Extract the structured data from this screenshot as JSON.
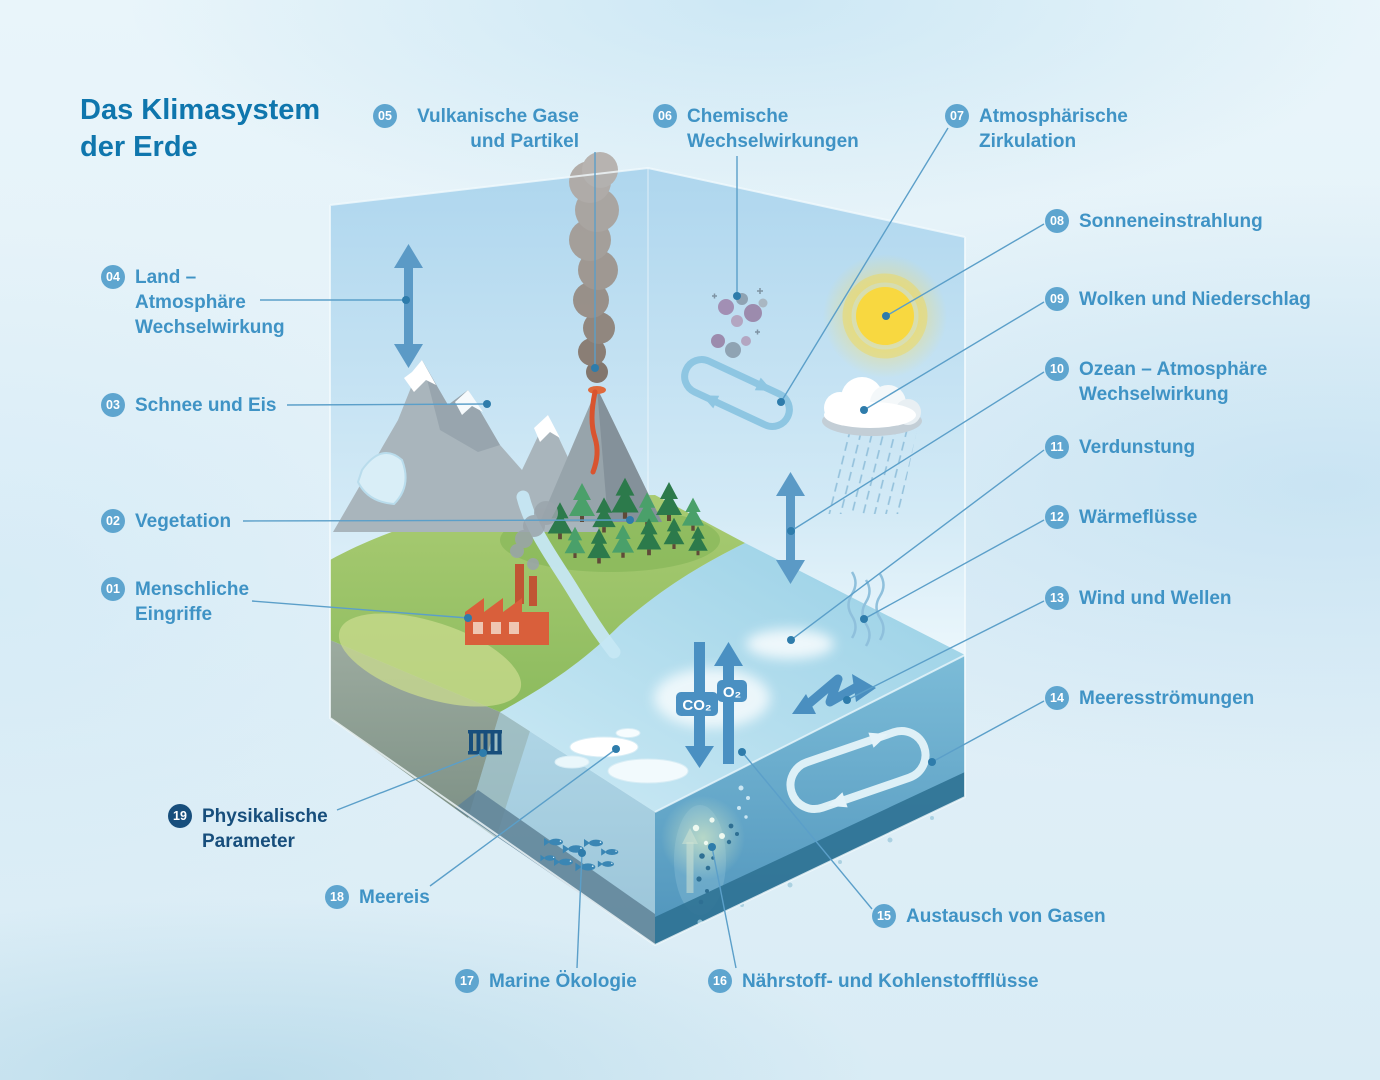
{
  "title": {
    "line1": "Das Klimasystem",
    "line2": "der Erde"
  },
  "scene": {
    "co2_label": "CO₂",
    "o2_label": "O₂"
  },
  "colors": {
    "title_blue": "#0f76ad",
    "label_blue": "#3f93c5",
    "badge_blue": "#5ea5cf",
    "highlight_navy": "#174e7c",
    "leader_blue": "#5b9fc9",
    "sun_yellow": "#f8d840",
    "ocean_face_blue": "#4f94bb",
    "land_green": "#8cbb5e",
    "background": "#e2f0f8"
  },
  "scene_elements": [
    "sun-icon",
    "rain-cloud-icon",
    "volcano-icon",
    "volcanic-plume-icon",
    "mountains-icon",
    "glacier-icon",
    "forest-icon",
    "factory-icon",
    "river-icon",
    "ocean-surface",
    "sea-ice-icon",
    "fish-school-icon",
    "plankton-icon",
    "ocean-current-loop-icon",
    "gas-exchange-arrows-icon",
    "measurement-station-icon",
    "molecule-cluster-icon",
    "circulation-loop-icon",
    "heat-flux-lines-icon",
    "wind-wave-arrow-icon",
    "evaporation-patch-icon",
    "land-atmosphere-arrow-icon",
    "ocean-atmosphere-arrow-icon"
  ],
  "labels": [
    {
      "num": "01",
      "text": "Menschliche\nEingriffe",
      "badge": [
        113,
        589
      ],
      "leader": [
        252,
        601,
        468,
        618
      ]
    },
    {
      "num": "02",
      "text": "Vegetation",
      "badge": [
        113,
        521
      ],
      "leader": [
        243,
        521,
        630,
        520
      ]
    },
    {
      "num": "03",
      "text": "Schnee und Eis",
      "badge": [
        113,
        405
      ],
      "leader": [
        287,
        405,
        487,
        404
      ]
    },
    {
      "num": "04",
      "text": "Land –\nAtmosphäre\nWechselwirkung",
      "badge": [
        113,
        277
      ],
      "leader": [
        260,
        300,
        406,
        300
      ]
    },
    {
      "num": "05",
      "text": "Vulkanische Gase\nund Partikel",
      "badge": [
        385,
        116
      ],
      "align": "right",
      "leader": [
        595,
        152,
        595,
        368
      ]
    },
    {
      "num": "06",
      "text": "Chemische\nWechselwirkungen",
      "badge": [
        665,
        116
      ],
      "leader": [
        737,
        156,
        737,
        296
      ]
    },
    {
      "num": "07",
      "text": "Atmosphärische\nZirkulation",
      "badge": [
        957,
        116
      ],
      "leader": [
        948,
        128,
        781,
        402
      ]
    },
    {
      "num": "08",
      "text": "Sonneneinstrahlung",
      "badge": [
        1057,
        221
      ],
      "leader": [
        1044,
        224,
        886,
        316
      ]
    },
    {
      "num": "09",
      "text": "Wolken und Niederschlag",
      "badge": [
        1057,
        299
      ],
      "leader": [
        1044,
        302,
        864,
        410
      ]
    },
    {
      "num": "10",
      "text": "Ozean – Atmosphäre\nWechselwirkung",
      "badge": [
        1057,
        369
      ],
      "leader": [
        1044,
        372,
        791,
        531
      ]
    },
    {
      "num": "11",
      "text": "Verdunstung",
      "badge": [
        1057,
        447
      ],
      "leader": [
        1044,
        450,
        791,
        640
      ]
    },
    {
      "num": "12",
      "text": "Wärmeflüsse",
      "badge": [
        1057,
        517
      ],
      "leader": [
        1044,
        520,
        864,
        619
      ]
    },
    {
      "num": "13",
      "text": "Wind und Wellen",
      "badge": [
        1057,
        598
      ],
      "leader": [
        1044,
        601,
        847,
        700
      ]
    },
    {
      "num": "14",
      "text": "Meeresströmungen",
      "badge": [
        1057,
        698
      ],
      "leader": [
        1044,
        701,
        932,
        762
      ]
    },
    {
      "num": "15",
      "text": "Austausch von Gasen",
      "badge": [
        884,
        916
      ],
      "leader": [
        872,
        909,
        742,
        752
      ]
    },
    {
      "num": "16",
      "text": "Nährstoff- und Kohlenstoffflüsse",
      "badge": [
        720,
        981
      ],
      "leader": [
        736,
        968,
        712,
        847
      ]
    },
    {
      "num": "17",
      "text": "Marine Ökologie",
      "badge": [
        467,
        981
      ],
      "leader": [
        577,
        968,
        582,
        853
      ]
    },
    {
      "num": "18",
      "text": "Meereis",
      "badge": [
        337,
        897
      ],
      "leader": [
        430,
        886,
        616,
        749
      ]
    },
    {
      "num": "19",
      "text": "Physikalische\nParameter",
      "badge": [
        180,
        816
      ],
      "highlight": true,
      "leader": [
        337,
        810,
        483,
        753
      ]
    }
  ]
}
